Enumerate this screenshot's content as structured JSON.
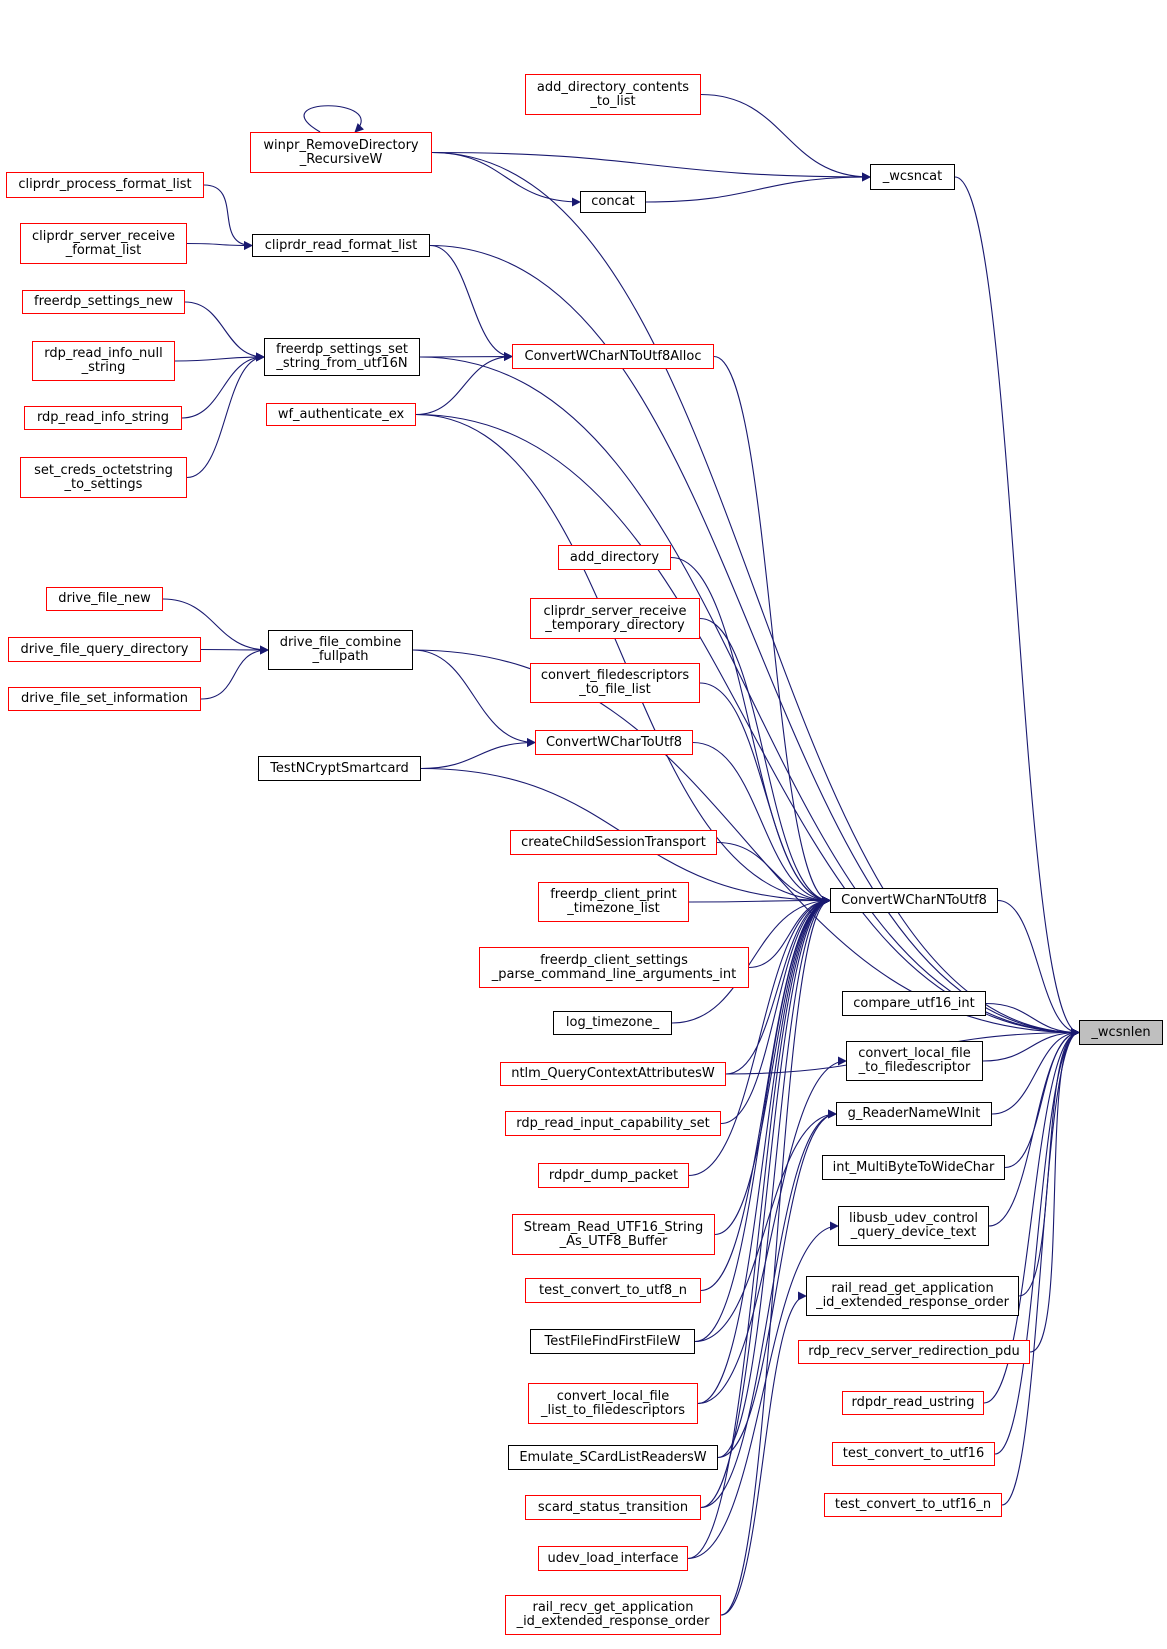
{
  "graph": {
    "edge_color": "#191970",
    "colors": {
      "linked_node_border": "#ff0000",
      "plain_node_border": "#000000",
      "focus_node_fill": "#bfbfbf"
    },
    "nodes": {
      "wcsnlen": {
        "label": "_wcsnlen",
        "style": "focus"
      },
      "wcsncat": {
        "label": "_wcsncat",
        "style": "plain"
      },
      "add_directory_contents_to_list": {
        "label": "add_directory_contents\n_to_list",
        "style": "linked"
      },
      "winpr_RemoveDirectory_RecursiveW": {
        "label": "winpr_RemoveDirectory\n_RecursiveW",
        "style": "linked"
      },
      "concat": {
        "label": "concat",
        "style": "plain"
      },
      "cliprdr_process_format_list": {
        "label": "cliprdr_process_format_list",
        "style": "linked"
      },
      "cliprdr_server_receive_format_list": {
        "label": "cliprdr_server_receive\n_format_list",
        "style": "linked"
      },
      "cliprdr_read_format_list": {
        "label": "cliprdr_read_format_list",
        "style": "plain"
      },
      "freerdp_settings_new": {
        "label": "freerdp_settings_new",
        "style": "linked"
      },
      "rdp_read_info_null_string": {
        "label": "rdp_read_info_null\n_string",
        "style": "linked"
      },
      "rdp_read_info_string": {
        "label": "rdp_read_info_string",
        "style": "linked"
      },
      "set_creds_octetstring_to_settings": {
        "label": "set_creds_octetstring\n_to_settings",
        "style": "linked"
      },
      "freerdp_settings_set_string_from_utf16N": {
        "label": "freerdp_settings_set\n_string_from_utf16N",
        "style": "plain"
      },
      "ConvertWCharNToUtf8Alloc": {
        "label": "ConvertWCharNToUtf8Alloc",
        "style": "linked"
      },
      "wf_authenticate_ex": {
        "label": "wf_authenticate_ex",
        "style": "linked"
      },
      "add_directory": {
        "label": "add_directory",
        "style": "linked"
      },
      "cliprdr_server_receive_temporary_directory": {
        "label": "cliprdr_server_receive\n_temporary_directory",
        "style": "linked"
      },
      "convert_filedescriptors_to_file_list": {
        "label": "convert_filedescriptors\n_to_file_list",
        "style": "linked"
      },
      "drive_file_new": {
        "label": "drive_file_new",
        "style": "linked"
      },
      "drive_file_query_directory": {
        "label": "drive_file_query_directory",
        "style": "linked"
      },
      "drive_file_set_information": {
        "label": "drive_file_set_information",
        "style": "linked"
      },
      "drive_file_combine_fullpath": {
        "label": "drive_file_combine\n_fullpath",
        "style": "plain"
      },
      "ConvertWCharToUtf8": {
        "label": "ConvertWCharToUtf8",
        "style": "linked"
      },
      "TestNCryptSmartcard": {
        "label": "TestNCryptSmartcard",
        "style": "plain"
      },
      "createChildSessionTransport": {
        "label": "createChildSessionTransport",
        "style": "linked"
      },
      "freerdp_client_print_timezone_list": {
        "label": "freerdp_client_print\n_timezone_list",
        "style": "linked"
      },
      "ConvertWCharNToUtf8": {
        "label": "ConvertWCharNToUtf8",
        "style": "plain"
      },
      "freerdp_client_settings_parse_command_line_arguments_int": {
        "label": "freerdp_client_settings\n_parse_command_line_arguments_int",
        "style": "linked"
      },
      "log_timezone_": {
        "label": "log_timezone_",
        "style": "plain"
      },
      "ntlm_QueryContextAttributesW": {
        "label": "ntlm_QueryContextAttributesW",
        "style": "linked"
      },
      "rdp_read_input_capability_set": {
        "label": "rdp_read_input_capability_set",
        "style": "linked"
      },
      "rdpdr_dump_packet": {
        "label": "rdpdr_dump_packet",
        "style": "linked"
      },
      "Stream_Read_UTF16_String_As_UTF8_Buffer": {
        "label": "Stream_Read_UTF16_String\n_As_UTF8_Buffer",
        "style": "linked"
      },
      "test_convert_to_utf8_n": {
        "label": "test_convert_to_utf8_n",
        "style": "linked"
      },
      "TestFileFindFirstFileW": {
        "label": "TestFileFindFirstFileW",
        "style": "plain"
      },
      "convert_local_file_list_to_filedescriptors": {
        "label": "convert_local_file\n_list_to_filedescriptors",
        "style": "linked"
      },
      "Emulate_SCardListReadersW": {
        "label": "Emulate_SCardListReadersW",
        "style": "plain"
      },
      "scard_status_transition": {
        "label": "scard_status_transition",
        "style": "linked"
      },
      "udev_load_interface": {
        "label": "udev_load_interface",
        "style": "linked"
      },
      "rail_recv_get_application_id_extended_response_order": {
        "label": "rail_recv_get_application\n_id_extended_response_order",
        "style": "linked"
      },
      "compare_utf16_int": {
        "label": "compare_utf16_int",
        "style": "plain"
      },
      "convert_local_file_to_filedescriptor": {
        "label": "convert_local_file\n_to_filedescriptor",
        "style": "plain"
      },
      "g_ReaderNameWInit": {
        "label": "g_ReaderNameWInit",
        "style": "plain"
      },
      "int_MultiByteToWideChar": {
        "label": "int_MultiByteToWideChar",
        "style": "plain"
      },
      "libusb_udev_control_query_device_text": {
        "label": "libusb_udev_control\n_query_device_text",
        "style": "plain"
      },
      "rail_read_get_application_id_extended_response_order": {
        "label": "rail_read_get_application\n_id_extended_response_order",
        "style": "plain"
      },
      "rdp_recv_server_redirection_pdu": {
        "label": "rdp_recv_server_redirection_pdu",
        "style": "linked"
      },
      "rdpdr_read_ustring": {
        "label": "rdpdr_read_ustring",
        "style": "linked"
      },
      "test_convert_to_utf16": {
        "label": "test_convert_to_utf16",
        "style": "linked"
      },
      "test_convert_to_utf16_n": {
        "label": "test_convert_to_utf16_n",
        "style": "linked"
      }
    },
    "edges": [
      [
        "wcsncat",
        "wcsnlen"
      ],
      [
        "winpr_RemoveDirectory_RecursiveW",
        "wcsnlen"
      ],
      [
        "cliprdr_read_format_list",
        "wcsnlen"
      ],
      [
        "freerdp_settings_set_string_from_utf16N",
        "wcsnlen"
      ],
      [
        "wf_authenticate_ex",
        "wcsnlen"
      ],
      [
        "drive_file_combine_fullpath",
        "wcsnlen"
      ],
      [
        "ConvertWCharNToUtf8",
        "wcsnlen"
      ],
      [
        "compare_utf16_int",
        "wcsnlen"
      ],
      [
        "convert_local_file_to_filedescriptor",
        "wcsnlen"
      ],
      [
        "g_ReaderNameWInit",
        "wcsnlen"
      ],
      [
        "int_MultiByteToWideChar",
        "wcsnlen"
      ],
      [
        "libusb_udev_control_query_device_text",
        "wcsnlen"
      ],
      [
        "rail_read_get_application_id_extended_response_order",
        "wcsnlen"
      ],
      [
        "rdp_recv_server_redirection_pdu",
        "wcsnlen"
      ],
      [
        "rdpdr_read_ustring",
        "wcsnlen"
      ],
      [
        "test_convert_to_utf16",
        "wcsnlen"
      ],
      [
        "test_convert_to_utf16_n",
        "wcsnlen"
      ],
      [
        "add_directory_contents_to_list",
        "wcsncat"
      ],
      [
        "winpr_RemoveDirectory_RecursiveW",
        "wcsncat"
      ],
      [
        "concat",
        "wcsncat"
      ],
      [
        "winpr_RemoveDirectory_RecursiveW",
        "concat"
      ],
      [
        "winpr_RemoveDirectory_RecursiveW",
        "winpr_RemoveDirectory_RecursiveW"
      ],
      [
        "cliprdr_process_format_list",
        "cliprdr_read_format_list"
      ],
      [
        "cliprdr_server_receive_format_list",
        "cliprdr_read_format_list"
      ],
      [
        "freerdp_settings_new",
        "freerdp_settings_set_string_from_utf16N"
      ],
      [
        "rdp_read_info_null_string",
        "freerdp_settings_set_string_from_utf16N"
      ],
      [
        "rdp_read_info_string",
        "freerdp_settings_set_string_from_utf16N"
      ],
      [
        "set_creds_octetstring_to_settings",
        "freerdp_settings_set_string_from_utf16N"
      ],
      [
        "cliprdr_read_format_list",
        "ConvertWCharNToUtf8Alloc"
      ],
      [
        "freerdp_settings_set_string_from_utf16N",
        "ConvertWCharNToUtf8Alloc"
      ],
      [
        "wf_authenticate_ex",
        "ConvertWCharNToUtf8Alloc"
      ],
      [
        "ConvertWCharNToUtf8Alloc",
        "ConvertWCharNToUtf8"
      ],
      [
        "wf_authenticate_ex",
        "ConvertWCharNToUtf8"
      ],
      [
        "add_directory",
        "ConvertWCharNToUtf8"
      ],
      [
        "cliprdr_server_receive_temporary_directory",
        "ConvertWCharNToUtf8"
      ],
      [
        "convert_filedescriptors_to_file_list",
        "ConvertWCharNToUtf8"
      ],
      [
        "ConvertWCharToUtf8",
        "ConvertWCharNToUtf8"
      ],
      [
        "TestNCryptSmartcard",
        "ConvertWCharNToUtf8"
      ],
      [
        "createChildSessionTransport",
        "ConvertWCharNToUtf8"
      ],
      [
        "freerdp_client_print_timezone_list",
        "ConvertWCharNToUtf8"
      ],
      [
        "freerdp_client_settings_parse_command_line_arguments_int",
        "ConvertWCharNToUtf8"
      ],
      [
        "log_timezone_",
        "ConvertWCharNToUtf8"
      ],
      [
        "ntlm_QueryContextAttributesW",
        "ConvertWCharNToUtf8"
      ],
      [
        "rdp_read_input_capability_set",
        "ConvertWCharNToUtf8"
      ],
      [
        "rdpdr_dump_packet",
        "ConvertWCharNToUtf8"
      ],
      [
        "Stream_Read_UTF16_String_As_UTF8_Buffer",
        "ConvertWCharNToUtf8"
      ],
      [
        "test_convert_to_utf8_n",
        "ConvertWCharNToUtf8"
      ],
      [
        "TestFileFindFirstFileW",
        "ConvertWCharNToUtf8"
      ],
      [
        "convert_local_file_list_to_filedescriptors",
        "ConvertWCharNToUtf8"
      ],
      [
        "Emulate_SCardListReadersW",
        "ConvertWCharNToUtf8"
      ],
      [
        "scard_status_transition",
        "ConvertWCharNToUtf8"
      ],
      [
        "udev_load_interface",
        "ConvertWCharNToUtf8"
      ],
      [
        "rail_recv_get_application_id_extended_response_order",
        "ConvertWCharNToUtf8"
      ],
      [
        "drive_file_new",
        "drive_file_combine_fullpath"
      ],
      [
        "drive_file_query_directory",
        "drive_file_combine_fullpath"
      ],
      [
        "drive_file_set_information",
        "drive_file_combine_fullpath"
      ],
      [
        "drive_file_combine_fullpath",
        "ConvertWCharToUtf8"
      ],
      [
        "TestNCryptSmartcard",
        "ConvertWCharToUtf8"
      ],
      [
        "ntlm_QueryContextAttributesW",
        "wcsnlen"
      ],
      [
        "convert_local_file_list_to_filedescriptors",
        "convert_local_file_to_filedescriptor"
      ],
      [
        "TestFileFindFirstFileW",
        "g_ReaderNameWInit"
      ],
      [
        "Emulate_SCardListReadersW",
        "g_ReaderNameWInit"
      ],
      [
        "scard_status_transition",
        "g_ReaderNameWInit"
      ],
      [
        "udev_load_interface",
        "libusb_udev_control_query_device_text"
      ],
      [
        "rail_recv_get_application_id_extended_response_order",
        "rail_read_get_application_id_extended_response_order"
      ]
    ]
  }
}
